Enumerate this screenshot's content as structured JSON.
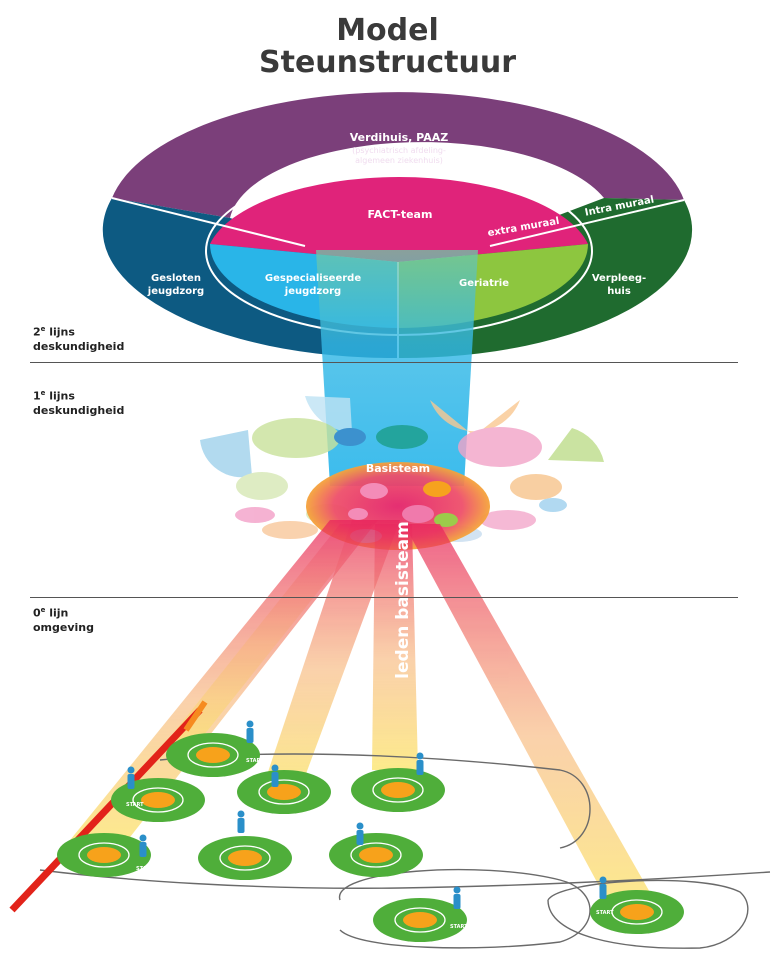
{
  "title": {
    "line1": "Model",
    "line2": "Steunstructuur"
  },
  "levels": {
    "second": {
      "num": "2",
      "sup": "e",
      "word": " lijns",
      "line2": "deskundigheid"
    },
    "first": {
      "num": "1",
      "sup": "e",
      "word": " lijns",
      "line2": "deskundigheid"
    },
    "zero": {
      "num": "0",
      "sup": "e",
      "word": " lijn",
      "line2": "omgeving"
    }
  },
  "segments": {
    "verdihuis": "Verdihuis, PAAZ",
    "verdihuis_sub1": "(psychiatrisch afdeling-",
    "verdihuis_sub2": "algemeen ziekenhuis)",
    "intramuraal": "Intra muraal",
    "extramuraal": "extra muraal",
    "fact": "FACT-team",
    "gesloten1": "Gesloten",
    "gesloten2": "jeugdzorg",
    "gespec1": "Gespecialiseerde",
    "gespec2": "jeugdzorg",
    "geriatrie": "Geriatrie",
    "verpleeg1": "Verpleeg-",
    "verpleeg2": "huis"
  },
  "basisteam": "Basisteam",
  "leden": "leden basisteam",
  "start_label": "START",
  "colors": {
    "purple": "#7b3f7a",
    "navy": "#0d5a82",
    "darkgreen": "#1f6b2f",
    "magenta": "#e0237a",
    "cyan": "#29b5e8",
    "lime": "#8dc63f",
    "green": "#4fae3a",
    "orange": "#f7a21b",
    "red": "#e2231a"
  }
}
